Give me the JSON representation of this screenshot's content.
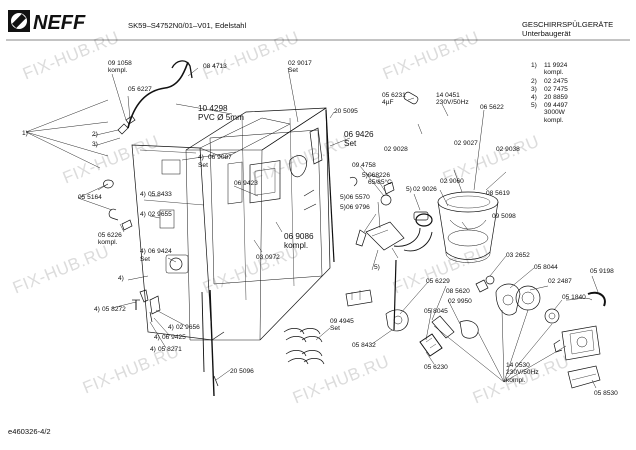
{
  "header": {
    "brand": "NEFF",
    "model": "SK59–S4752N0/01–V01, Edelstahl",
    "category_line1": "GESCHIRRSPÜLGERÄTE",
    "category_line2": "Unterbaugerät"
  },
  "footer": {
    "drawing_id": "e460326-4/2"
  },
  "watermark": "FIX-HUB.RU",
  "legend": [
    {
      "key": "1)",
      "text": "11 9924\nkompl."
    },
    {
      "key": "2)",
      "text": "02 2475"
    },
    {
      "key": "3)",
      "text": "02 7475"
    },
    {
      "key": "4)",
      "text": "20 8859"
    },
    {
      "key": "5)",
      "text": "09 4497\n3000W\nkompl."
    }
  ],
  "labels": {
    "p091058": "09 1058\nkompl.",
    "p084713": "08 4713",
    "p056227": "05 6227",
    "c1": "1)",
    "c2": "2)",
    "c3": "3)",
    "p104298": "10 4298\nPVC Ø 5mm",
    "p029017": "02 9017\nSet",
    "p205095": "20 5095",
    "p056231": "05 6231\n4µF",
    "p140451": "14 0451\n230V/50Hz",
    "p065622": "06 5622",
    "p055164": "05 5164",
    "p069087": "06 9087",
    "p069087_pre": "4)",
    "p069087_set": "Set",
    "p069423": "06 9423",
    "p069426": "06 9426\nSet",
    "p029028": "02 9028",
    "p029027": "02 9027",
    "p029038": "02 9038",
    "p058433": "05 8433",
    "p058433_pre": "4)",
    "p029655": "02 9655",
    "p029655_pre": "4)",
    "p094758": "09 4758",
    "p068226": "068226\n65/85°C",
    "p068226_pre": "5)",
    "p029026": "02 9026",
    "p065570": "06 5570",
    "p065570_pre": "5)",
    "p069796": "06 9796",
    "p069796_pre": "5)",
    "p029026_pre": "5)",
    "p029060": "02 9060",
    "p085619": "08 5619",
    "p095098": "09 5098",
    "p056226": "05 6226\nkompl.",
    "p069424": "06 9424",
    "p069424_pre": "4)",
    "p069424_set": "Set",
    "p030972": "03 0972",
    "p069086": "06 9086\nkompl.",
    "c4": "4)",
    "c5": "5)",
    "p032652": "03 2652",
    "p058044": "05 8044",
    "p059198": "05 9198",
    "p022487": "02 2487",
    "p051840": "05 1840",
    "p056229": "05 6229",
    "p085620": "08 5620",
    "p029950": "02 9950",
    "p058045": "05 8045",
    "p058272": "05 8272",
    "p058272_pre": "4)",
    "p029656": "02 9656",
    "p029656_pre": "4)",
    "p069425": "06 9425",
    "p069425_pre": "4)",
    "p058271": "05 8271",
    "p058271_pre": "4)",
    "p094945": "09 4945\nSet",
    "p058432": "05 8432",
    "p205096": "20 5096",
    "p056230": "05 6230",
    "p140530": "14 0530\n230V/50Hz\nkompl.",
    "p058530": "05 8530"
  }
}
